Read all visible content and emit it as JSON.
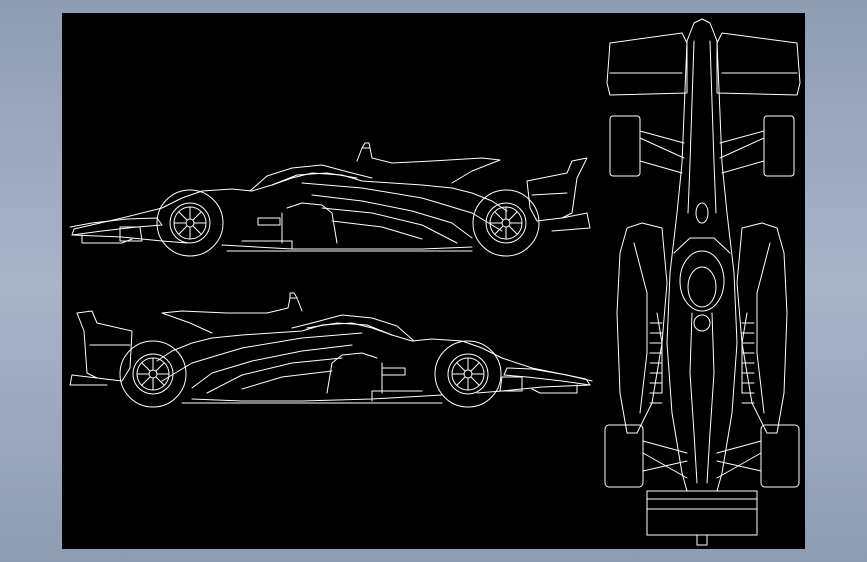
{
  "app": {
    "canvas_background": "#000000",
    "workspace_background": "#9aa7bd",
    "line_color": "#ffffff"
  },
  "views": [
    {
      "name": "side-view-left",
      "icon": "race-car-side-left"
    },
    {
      "name": "side-view-right",
      "icon": "race-car-side-right"
    },
    {
      "name": "top-view",
      "icon": "race-car-top"
    }
  ]
}
